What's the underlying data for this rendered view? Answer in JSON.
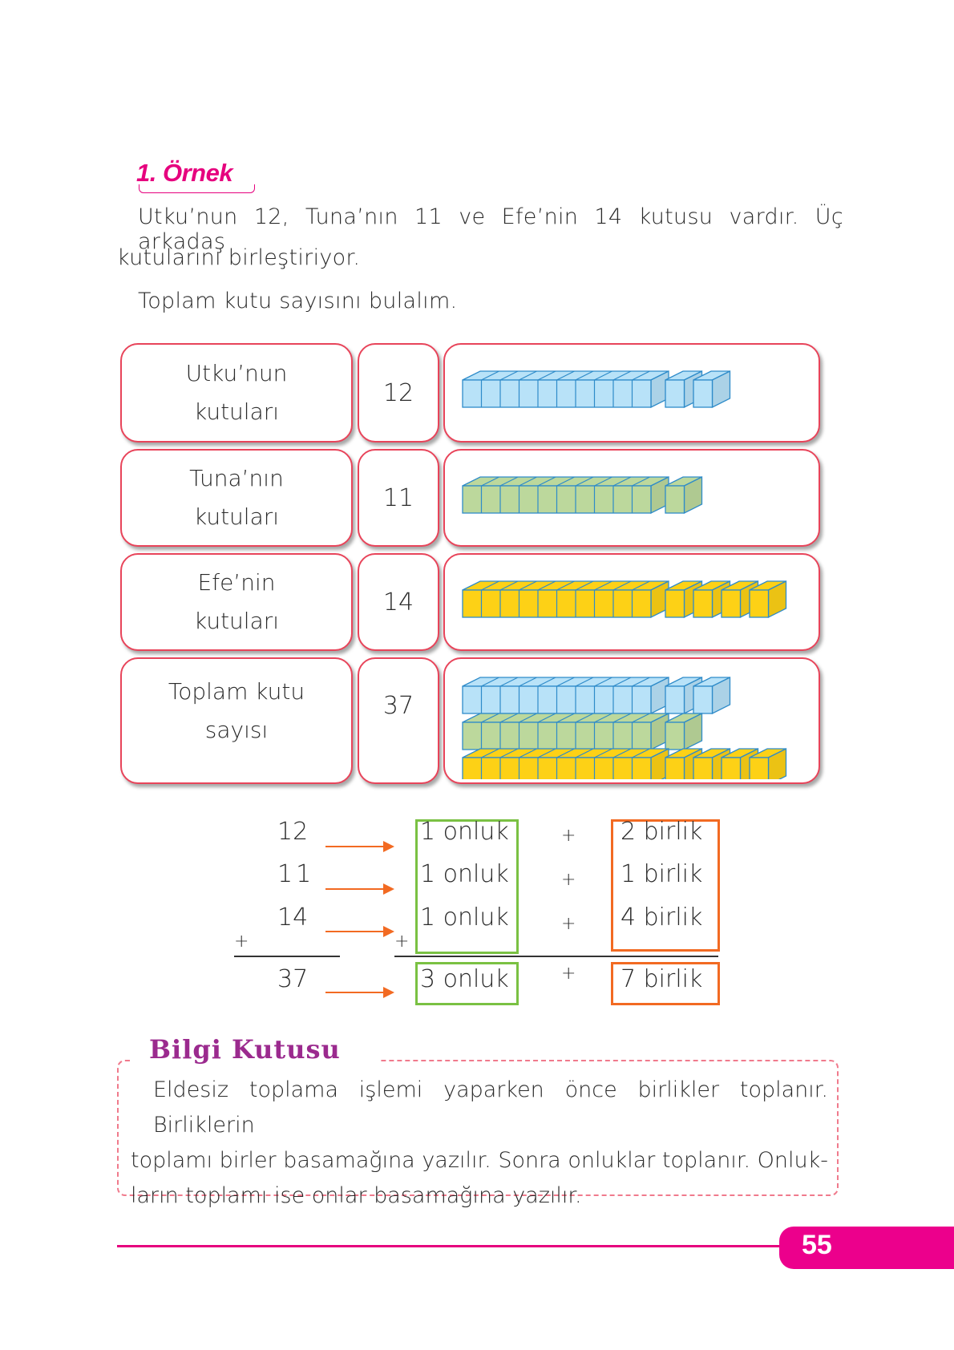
{
  "example": {
    "title": "1. Örnek"
  },
  "problem": {
    "line1": "Utku’nun 12, Tuna’nın 11 ve Efe’nin 14 kutusu vardır. Üç arkadaş",
    "line2": "kutularını birleştiriyor.",
    "line3": "Toplam kutu sayısını bulalım."
  },
  "table": {
    "rows": [
      {
        "label_line1": "Utku’nun",
        "label_line2": "kutuları",
        "number": "12",
        "tens": 1,
        "ones": 2,
        "color": "#b8e2f8"
      },
      {
        "label_line1": "Tuna’nın",
        "label_line2": "kutuları",
        "number": "11",
        "tens": 1,
        "ones": 1,
        "color": "#bcd89c"
      },
      {
        "label_line1": "Efe’nin",
        "label_line2": "kutuları",
        "number": "14",
        "tens": 1,
        "ones": 4,
        "color": "#fdd116"
      },
      {
        "label_line1": "Toplam kutu",
        "label_line2": "sayısı",
        "number": "37"
      }
    ],
    "border_color": "#e8445a",
    "block_edge_color": "#2e8bc9"
  },
  "operation": {
    "addends": [
      "12",
      "11",
      "14"
    ],
    "sum": "37",
    "plus": "+",
    "tens": [
      "1 onluk",
      "1 onluk",
      "1 onluk"
    ],
    "ones": [
      "2 birlik",
      "1 birlik",
      "4 birlik"
    ],
    "tens_sum": "3 onluk",
    "ones_sum": "7 birlik",
    "colors": {
      "tens_box": "#7ac143",
      "ones_box": "#f26a22",
      "arrow": "#f26a22"
    }
  },
  "info_box": {
    "title": "Bilgi Kutusu",
    "line1": "Eldesiz toplama işlemi yaparken önce birlikler toplanır. Birliklerin",
    "line2": "toplamı birler basamağına yazılır. Sonra onluklar toplanır. Onluk-",
    "line3": "ların toplamı ise onlar basamağına yazılır."
  },
  "footer": {
    "page_number": "55",
    "accent": "#ec008c"
  }
}
